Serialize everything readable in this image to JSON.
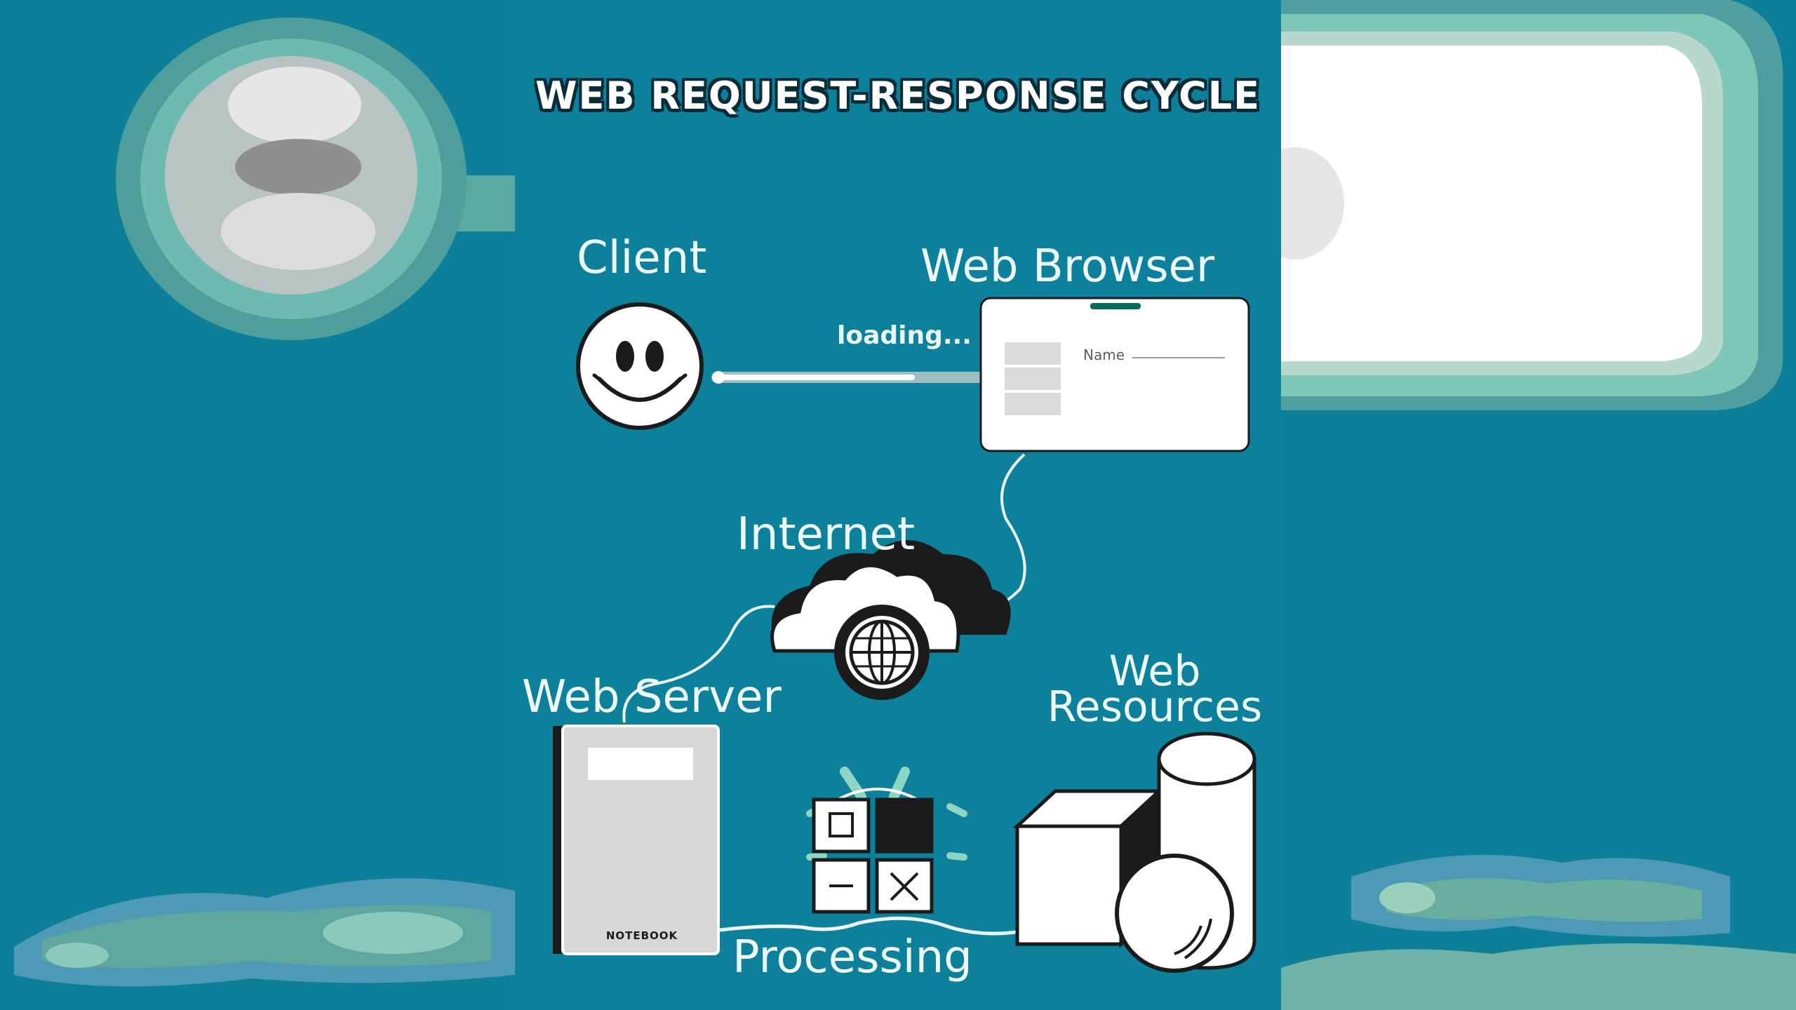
{
  "title": "WEB REQUEST-RESPONSE CYCLE",
  "nodes": {
    "client": "Client",
    "browser": "Web Browser",
    "internet": "Internet",
    "server": "Web Server",
    "resources_line1": "Web",
    "resources_line2": "Resources",
    "processing": "Processing"
  },
  "status": {
    "loading": "loading..."
  },
  "browser_form": {
    "field_label": "Name"
  },
  "notebook_label": "NOTEBOOK",
  "colors": {
    "background": "#0e7f98",
    "dark_outline": "#1b1b1b",
    "label_text": "#eefaf9",
    "panel_white": "#ffffff"
  }
}
